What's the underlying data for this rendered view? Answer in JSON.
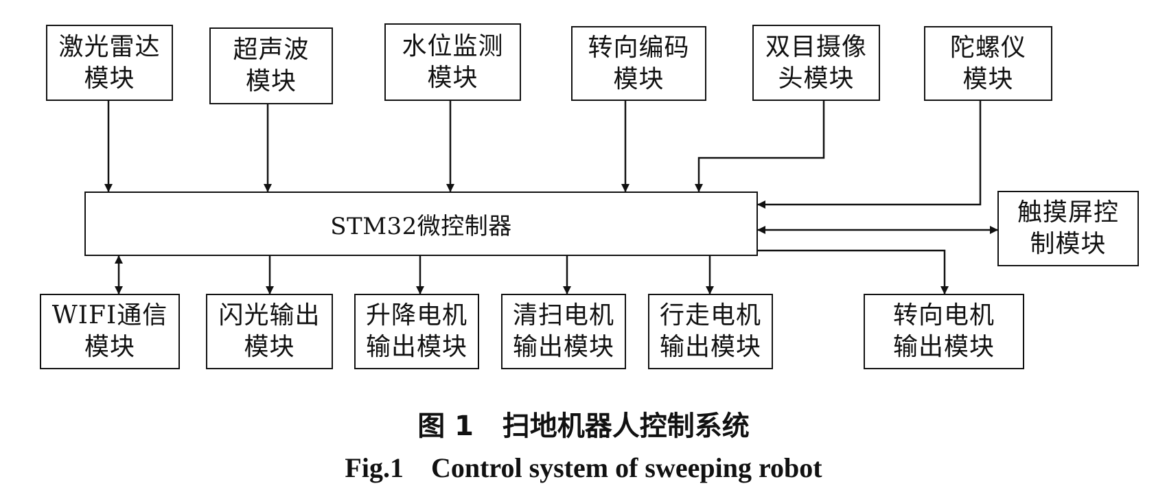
{
  "diagram": {
    "controller": "STM32微控制器",
    "inputs": [
      {
        "key": "lidar",
        "label": "激光雷达\n模块"
      },
      {
        "key": "ultrasonic",
        "label": "超声波\n模块"
      },
      {
        "key": "water-level",
        "label": "水位监测\n模块"
      },
      {
        "key": "steering-encoder",
        "label": "转向编码\n模块"
      },
      {
        "key": "stereo-camera",
        "label": "双目摄像\n头模块"
      },
      {
        "key": "gyroscope",
        "label": "陀螺仪\n模块"
      }
    ],
    "touchscreen": "触摸屏控\n制模块",
    "outputs": [
      {
        "key": "wifi",
        "label": "WIFI通信\n模块"
      },
      {
        "key": "flash",
        "label": "闪光输出\n模块"
      },
      {
        "key": "lift-motor",
        "label": "升降电机\n输出模块"
      },
      {
        "key": "cleaning-motor",
        "label": "清扫电机\n输出模块"
      },
      {
        "key": "drive-motor",
        "label": "行走电机\n输出模块"
      },
      {
        "key": "steering-motor",
        "label": "转向电机\n输出模块"
      }
    ]
  },
  "caption": {
    "cn": "图 1   扫地机器人控制系统",
    "en": "Fig.1    Control system of sweeping robot"
  },
  "colors": {
    "line": "#111111",
    "background": "#ffffff"
  }
}
